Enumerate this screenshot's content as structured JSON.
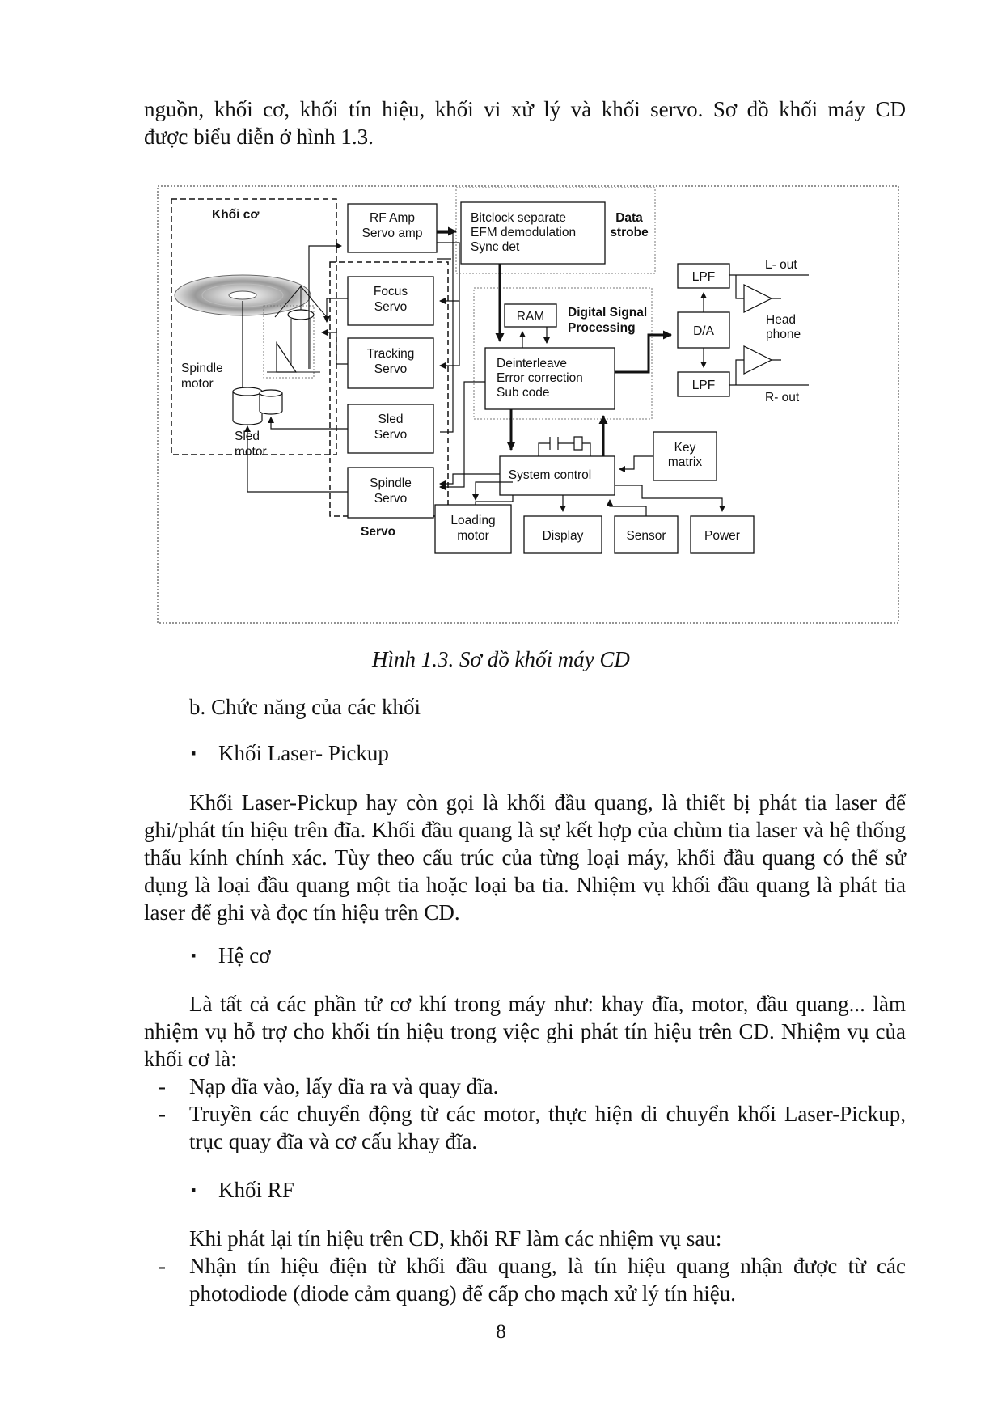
{
  "intro_lines": [
    "nguồn, khối cơ, khối tín hiệu, khối vi xử lý và khối servo. Sơ đồ khối máy CD",
    "được biểu diễn ở hình 1.3."
  ],
  "diagram": {
    "khoi_co": "Khối cơ",
    "servo_group": "Servo",
    "spindle_motor": [
      "Spindle",
      "motor"
    ],
    "sled_motor": [
      "Sled",
      "motor"
    ],
    "rf_amp": [
      "RF Amp",
      "Servo amp"
    ],
    "focus_servo": [
      "Focus",
      "Servo"
    ],
    "tracking_servo": [
      "Tracking",
      "Servo"
    ],
    "sled_servo": [
      "Sled",
      "Servo"
    ],
    "spindle_servo": [
      "Spindle",
      "Servo"
    ],
    "bitclock": [
      "Bitclock separate",
      "EFM demodulation",
      "Sync det"
    ],
    "data_strobe": [
      "Data",
      "strobe"
    ],
    "ram": "RAM",
    "dsp": [
      "Digital Signal",
      "Processing"
    ],
    "deinterleave": [
      "Deinterleave",
      "Error correction",
      "Sub code"
    ],
    "lpf_top": "LPF",
    "lpf_bottom": "LPF",
    "da": "D/A",
    "l_out": "L- out",
    "r_out": "R- out",
    "headphone": [
      "Head",
      "phone"
    ],
    "system_control": "System control",
    "key_matrix": [
      "Key",
      "matrix"
    ],
    "loading_motor": [
      "Loading",
      "motor"
    ],
    "display": "Display",
    "sensor": "Sensor",
    "power": "Power"
  },
  "caption": "Hình 1.3. Sơ đồ khối máy CD",
  "heading_b": "b.  Chức năng của các khối",
  "bullet_symbol": "▪",
  "sec_laser_title": "Khối Laser- Pickup",
  "sec_laser_body": "Khối Laser-Pickup hay còn gọi là khối đầu quang, là thiết bị phát tia laser để ghi/phát tín hiệu trên đĩa. Khối đầu quang là sự kết hợp của chùm tia laser và hệ thống thấu kính chính xác. Tùy theo cấu trúc của từng loại máy, khối đầu quang có thể sử dụng là loại đầu quang một tia hoặc loại ba tia. Nhiệm vụ khối đầu quang là phát tia laser để ghi và đọc tín hiệu trên CD.",
  "sec_heco_title": "Hệ cơ",
  "sec_heco_body": "Là tất cả các phần tử cơ khí trong máy như: khay đĩa, motor, đầu quang... làm nhiệm vụ hỗ trợ cho khối tín hiệu trong việc ghi phát tín hiệu trên CD. Nhiệm vụ của khối cơ là:",
  "dash": "-",
  "heco_items": [
    "Nạp đĩa vào, lấy đĩa ra và quay đĩa.",
    "Truyền các chuyển động từ các motor, thực hiện di chuyển khối Laser-Pickup, trục quay đĩa và cơ cấu khay đĩa."
  ],
  "sec_rf_title": "Khối RF",
  "sec_rf_intro": "Khi phát lại tín hiệu trên CD, khối RF làm các nhiệm vụ sau:",
  "rf_items": [
    "Nhận tín hiệu điện từ khối đầu quang, là tín hiệu quang nhận được từ các photodiode (diode cảm quang) để cấp cho mạch xử lý tín hiệu."
  ],
  "page_number": "8"
}
